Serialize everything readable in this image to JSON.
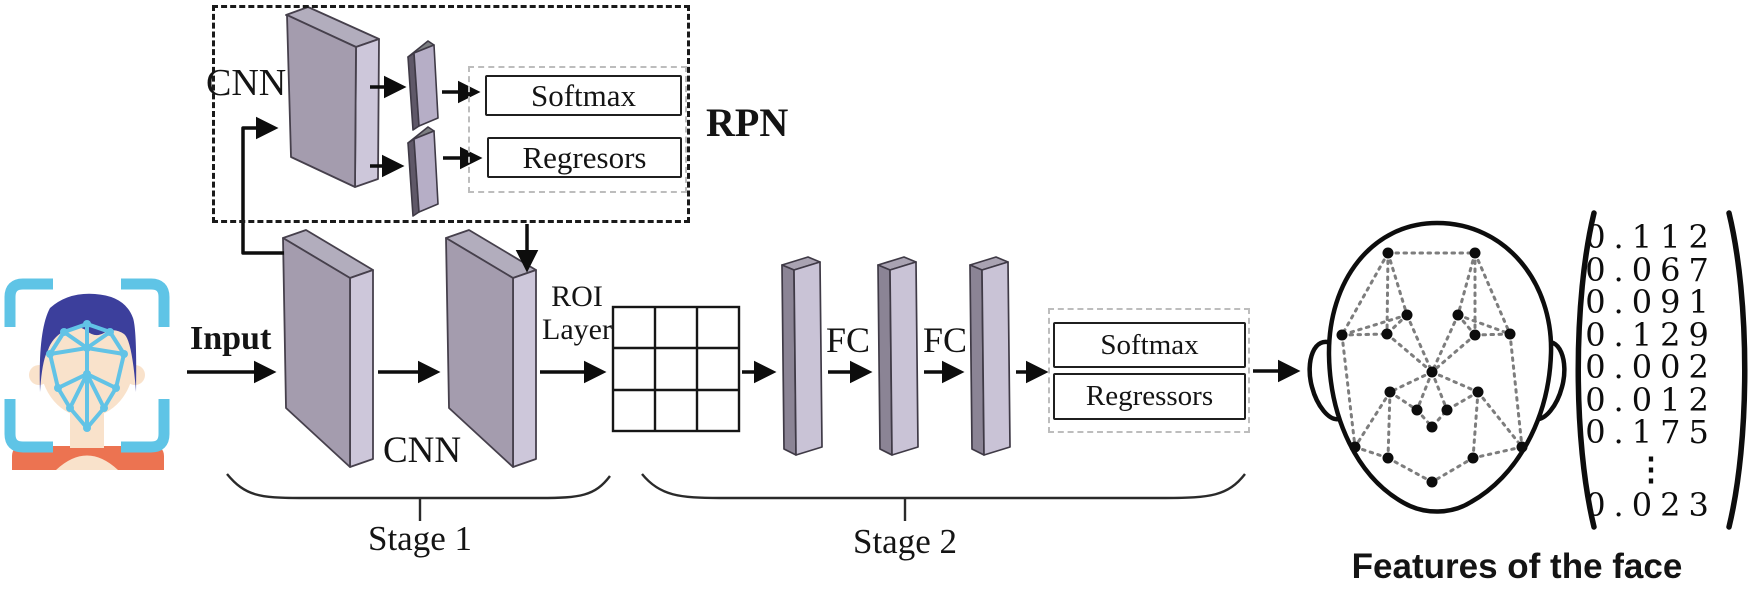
{
  "figure": {
    "rpn": {
      "cnn_label": "CNN",
      "box_label": "RPN",
      "softmax_label": "Softmax",
      "regressor_label": "Regresors"
    },
    "stage1": {
      "input_label": "Input",
      "cnn_label": "CNN",
      "roi_label_line1": "ROI",
      "roi_label_line2": "Layer",
      "brace_label": "Stage 1"
    },
    "stage2": {
      "fc_label_1": "FC",
      "fc_label_2": "FC",
      "softmax_label": "Softmax",
      "regressor_label": "Regressors",
      "brace_label": "Stage 2"
    },
    "output": {
      "caption": "Features of the face",
      "vector_values": [
        "0.112",
        "0.067",
        "0.091",
        "0.129",
        "0.002",
        "0.012",
        "0.175",
        "⋮",
        "0.023"
      ]
    }
  },
  "icons": {
    "face_scan": "face-scan-icon",
    "face_landmarks": "face-landmarks-icon"
  },
  "colors": {
    "block_front": "#a49cae",
    "block_side": "#cdc7da",
    "block_top": "#b2adbd",
    "slab_front_light": "#c9c3d6",
    "slab_edge_dark": "#8b8495",
    "mesh_cyan": "#62c3e6",
    "bracket_cyan": "#5fc4e6",
    "hair_blue": "#3c3f9c",
    "shirt_orange": "#ec7351",
    "skin": "#f9e2cb",
    "landmark_dot": "#0c0c0c",
    "mesh_dotted_gray": "#7d7d7d",
    "line_black": "#0d0d0d"
  }
}
